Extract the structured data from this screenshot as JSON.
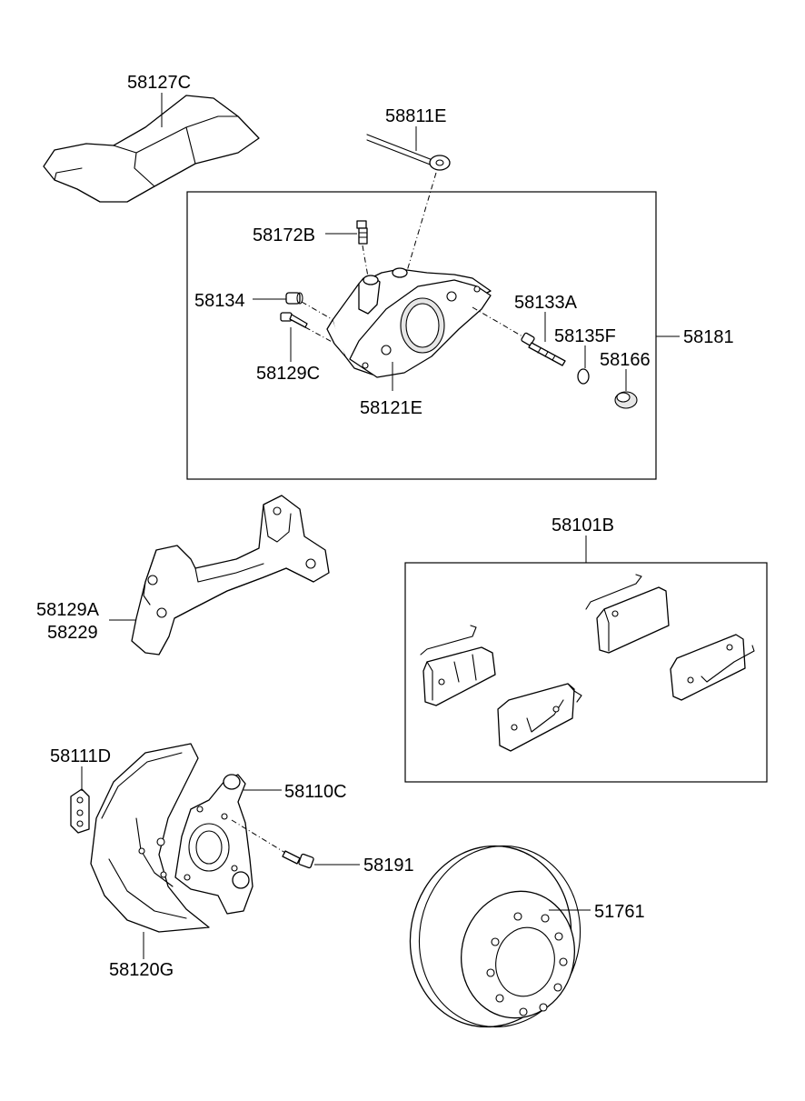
{
  "diagram": {
    "parts": {
      "p58127C": "58127C",
      "p58811E": "58811E",
      "p58172B": "58172B",
      "p58134": "58134",
      "p58133A": "58133A",
      "p58135F": "58135F",
      "p58181": "58181",
      "p58166": "58166",
      "p58129C": "58129C",
      "p58121E": "58121E",
      "p58101B": "58101B",
      "p58129A": "58129A",
      "p58229": "58229",
      "p58111D": "58111D",
      "p58110C": "58110C",
      "p58191": "58191",
      "p51761": "51761",
      "p58120G": "58120G"
    },
    "icons": [
      "caliper-bracket-shield",
      "brake-hose",
      "bleeder-screw",
      "caliper-body",
      "guide-pin",
      "o-ring",
      "boot",
      "caliper-mounting-bracket",
      "brake-pads-set",
      "backing-plate",
      "knuckle-hub",
      "bolt",
      "brake-disc"
    ]
  }
}
